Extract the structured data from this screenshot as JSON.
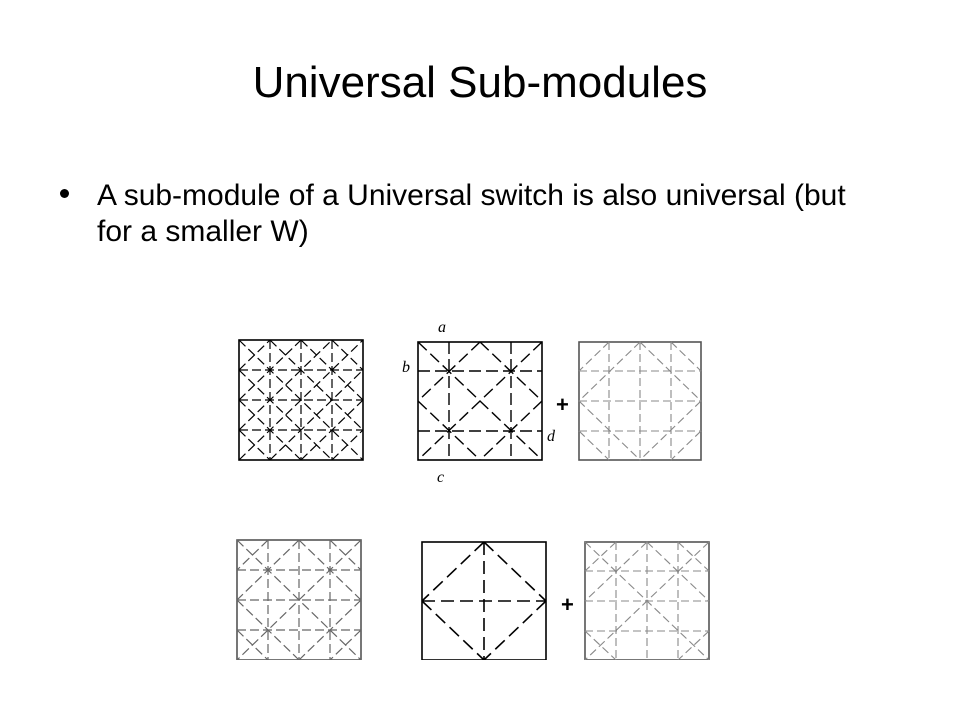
{
  "slide": {
    "title": "Universal Sub-modules",
    "bullets": [
      {
        "text": "A sub-module of a Universal switch is also universal (but for a smaller W)"
      }
    ]
  },
  "figure": {
    "port_labels": {
      "a": "a",
      "b": "b",
      "c": "c",
      "d": "d"
    },
    "plus": "+"
  }
}
